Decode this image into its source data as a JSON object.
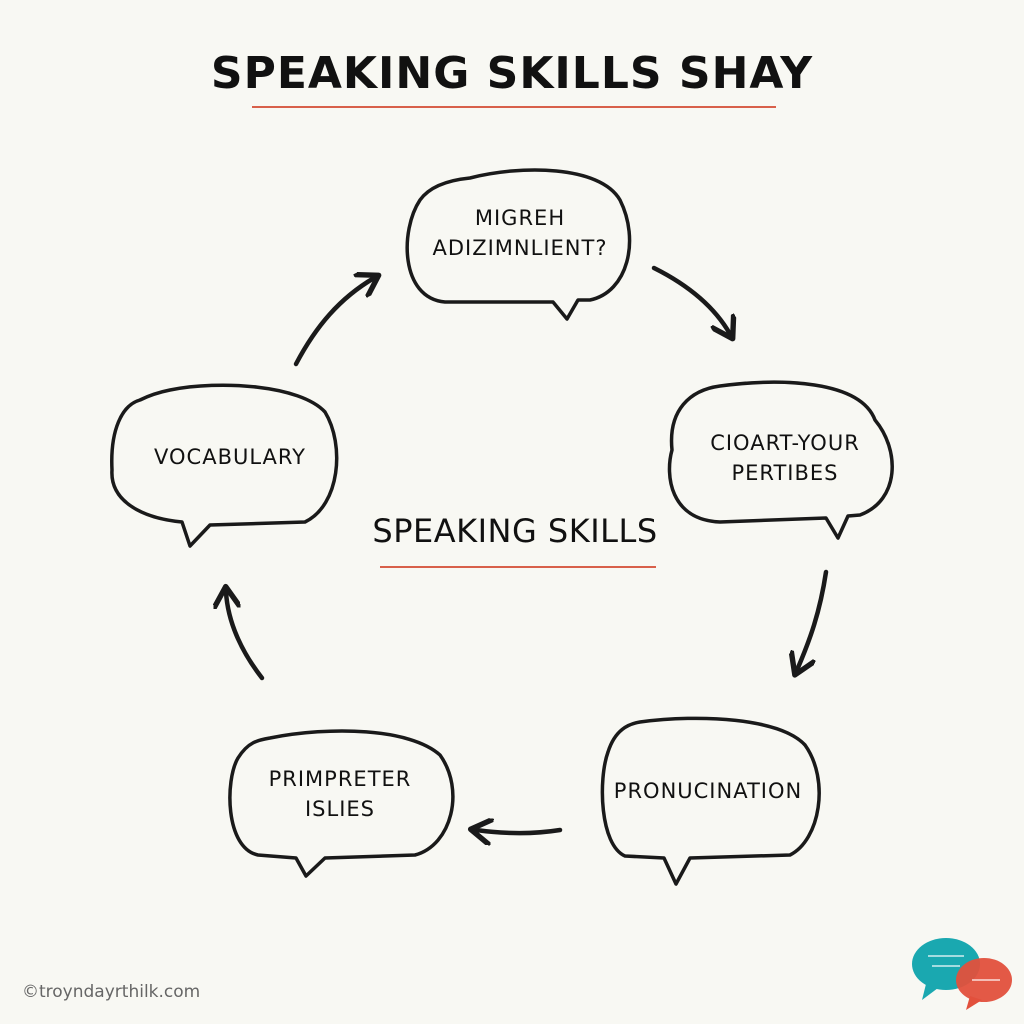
{
  "title": "SPEAKING SKILLS SHAY",
  "center_label": "SPEAKING SKILLS",
  "nodes": {
    "top": {
      "lines": [
        "MIGREH",
        "ADIZIMNLIENT?"
      ]
    },
    "right": {
      "lines": [
        "CIOART-YOUR",
        "PERTIBES"
      ]
    },
    "bottom_right": {
      "lines": [
        "PRONUCINATION"
      ]
    },
    "bottom_left": {
      "lines": [
        "PRIMPRETER",
        "ISLIES"
      ]
    },
    "left": {
      "lines": [
        "VOCABULARY"
      ]
    }
  },
  "watermark": "©troyndayrthilk.com",
  "colors": {
    "accent_underline": "#d8604a",
    "stroke": "#1a1a1a",
    "logo_teal": "#1aa8b0",
    "logo_red": "#e2503c"
  }
}
